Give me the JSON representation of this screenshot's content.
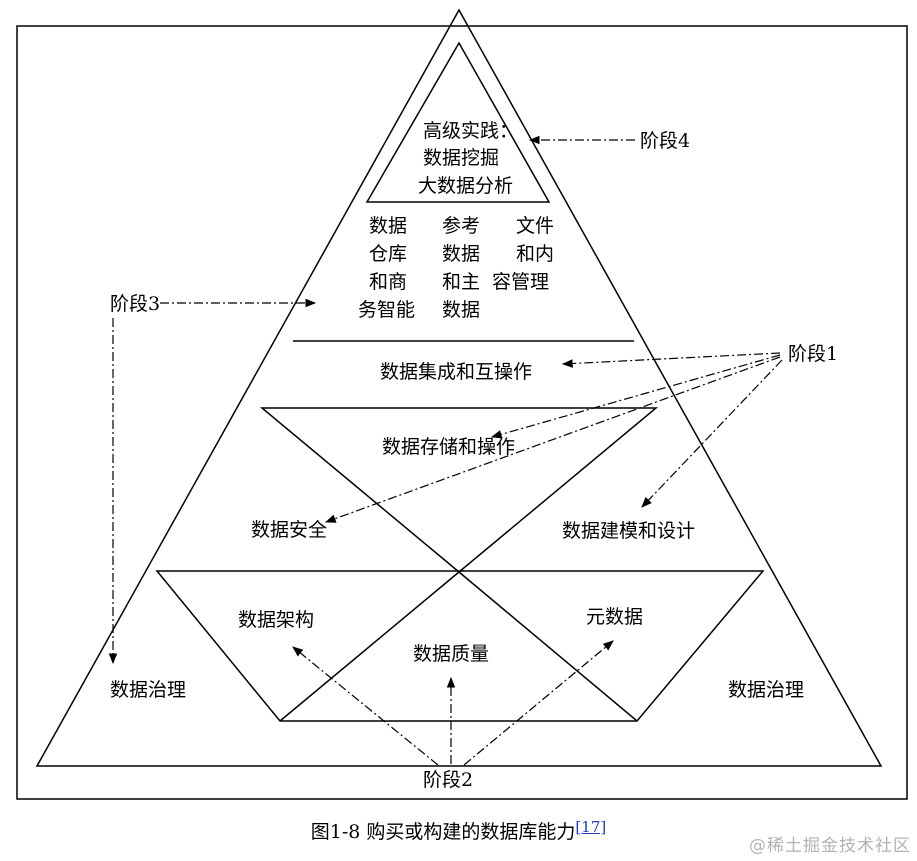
{
  "diagram": {
    "top_practice": [
      "高级实践：",
      "数据挖掘",
      "大数据分析"
    ],
    "stage3_columns": [
      [
        "数据",
        "仓库",
        "和商",
        "务智能"
      ],
      [
        "参考",
        "数据",
        "和主",
        "数据"
      ],
      [
        "文件",
        "和内",
        "容管理"
      ]
    ],
    "areas": {
      "integration": "数据集成和互操作",
      "storage": "数据存储和操作",
      "security": "数据安全",
      "modeling": "数据建模和设计",
      "architecture": "数据架构",
      "quality": "数据质量",
      "metadata": "元数据",
      "governance_left": "数据治理",
      "governance_right": "数据治理"
    },
    "stages": {
      "stage1": "阶段1",
      "stage2": "阶段2",
      "stage3": "阶段3",
      "stage4": "阶段4"
    }
  },
  "caption": {
    "text": "图1-8 购买或构建的数据库能力",
    "ref": "[17]"
  },
  "watermark": "@稀土掘金技术社区"
}
